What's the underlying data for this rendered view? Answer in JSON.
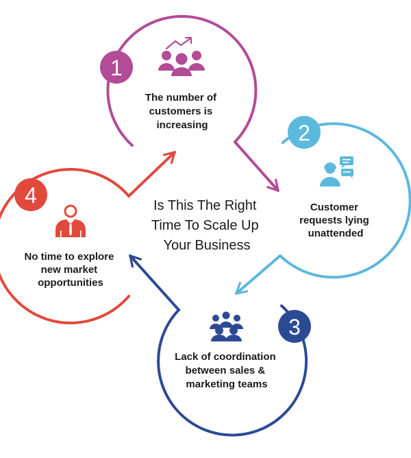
{
  "colors": {
    "step1": "#b34b96",
    "step2": "#5bb9dc",
    "step3": "#2c4a94",
    "step4": "#e2493d",
    "text": "#1a1a1a"
  },
  "center": {
    "lines": [
      "Is This The Right",
      "Time To Scale Up",
      "Your Business"
    ]
  },
  "steps": [
    {
      "number": "1",
      "icon": "growing-team-icon",
      "lines": [
        "The number of",
        "customers is",
        "increasing"
      ]
    },
    {
      "number": "2",
      "icon": "support-agent-chat-icon",
      "lines": [
        "Customer",
        "requests lying",
        "unattended"
      ]
    },
    {
      "number": "3",
      "icon": "group-icon",
      "lines": [
        "Lack of coordination",
        "between sales &",
        "marketing teams"
      ]
    },
    {
      "number": "4",
      "icon": "businessman-icon",
      "lines": [
        "No time to explore",
        "new market",
        "opportunities"
      ]
    }
  ]
}
